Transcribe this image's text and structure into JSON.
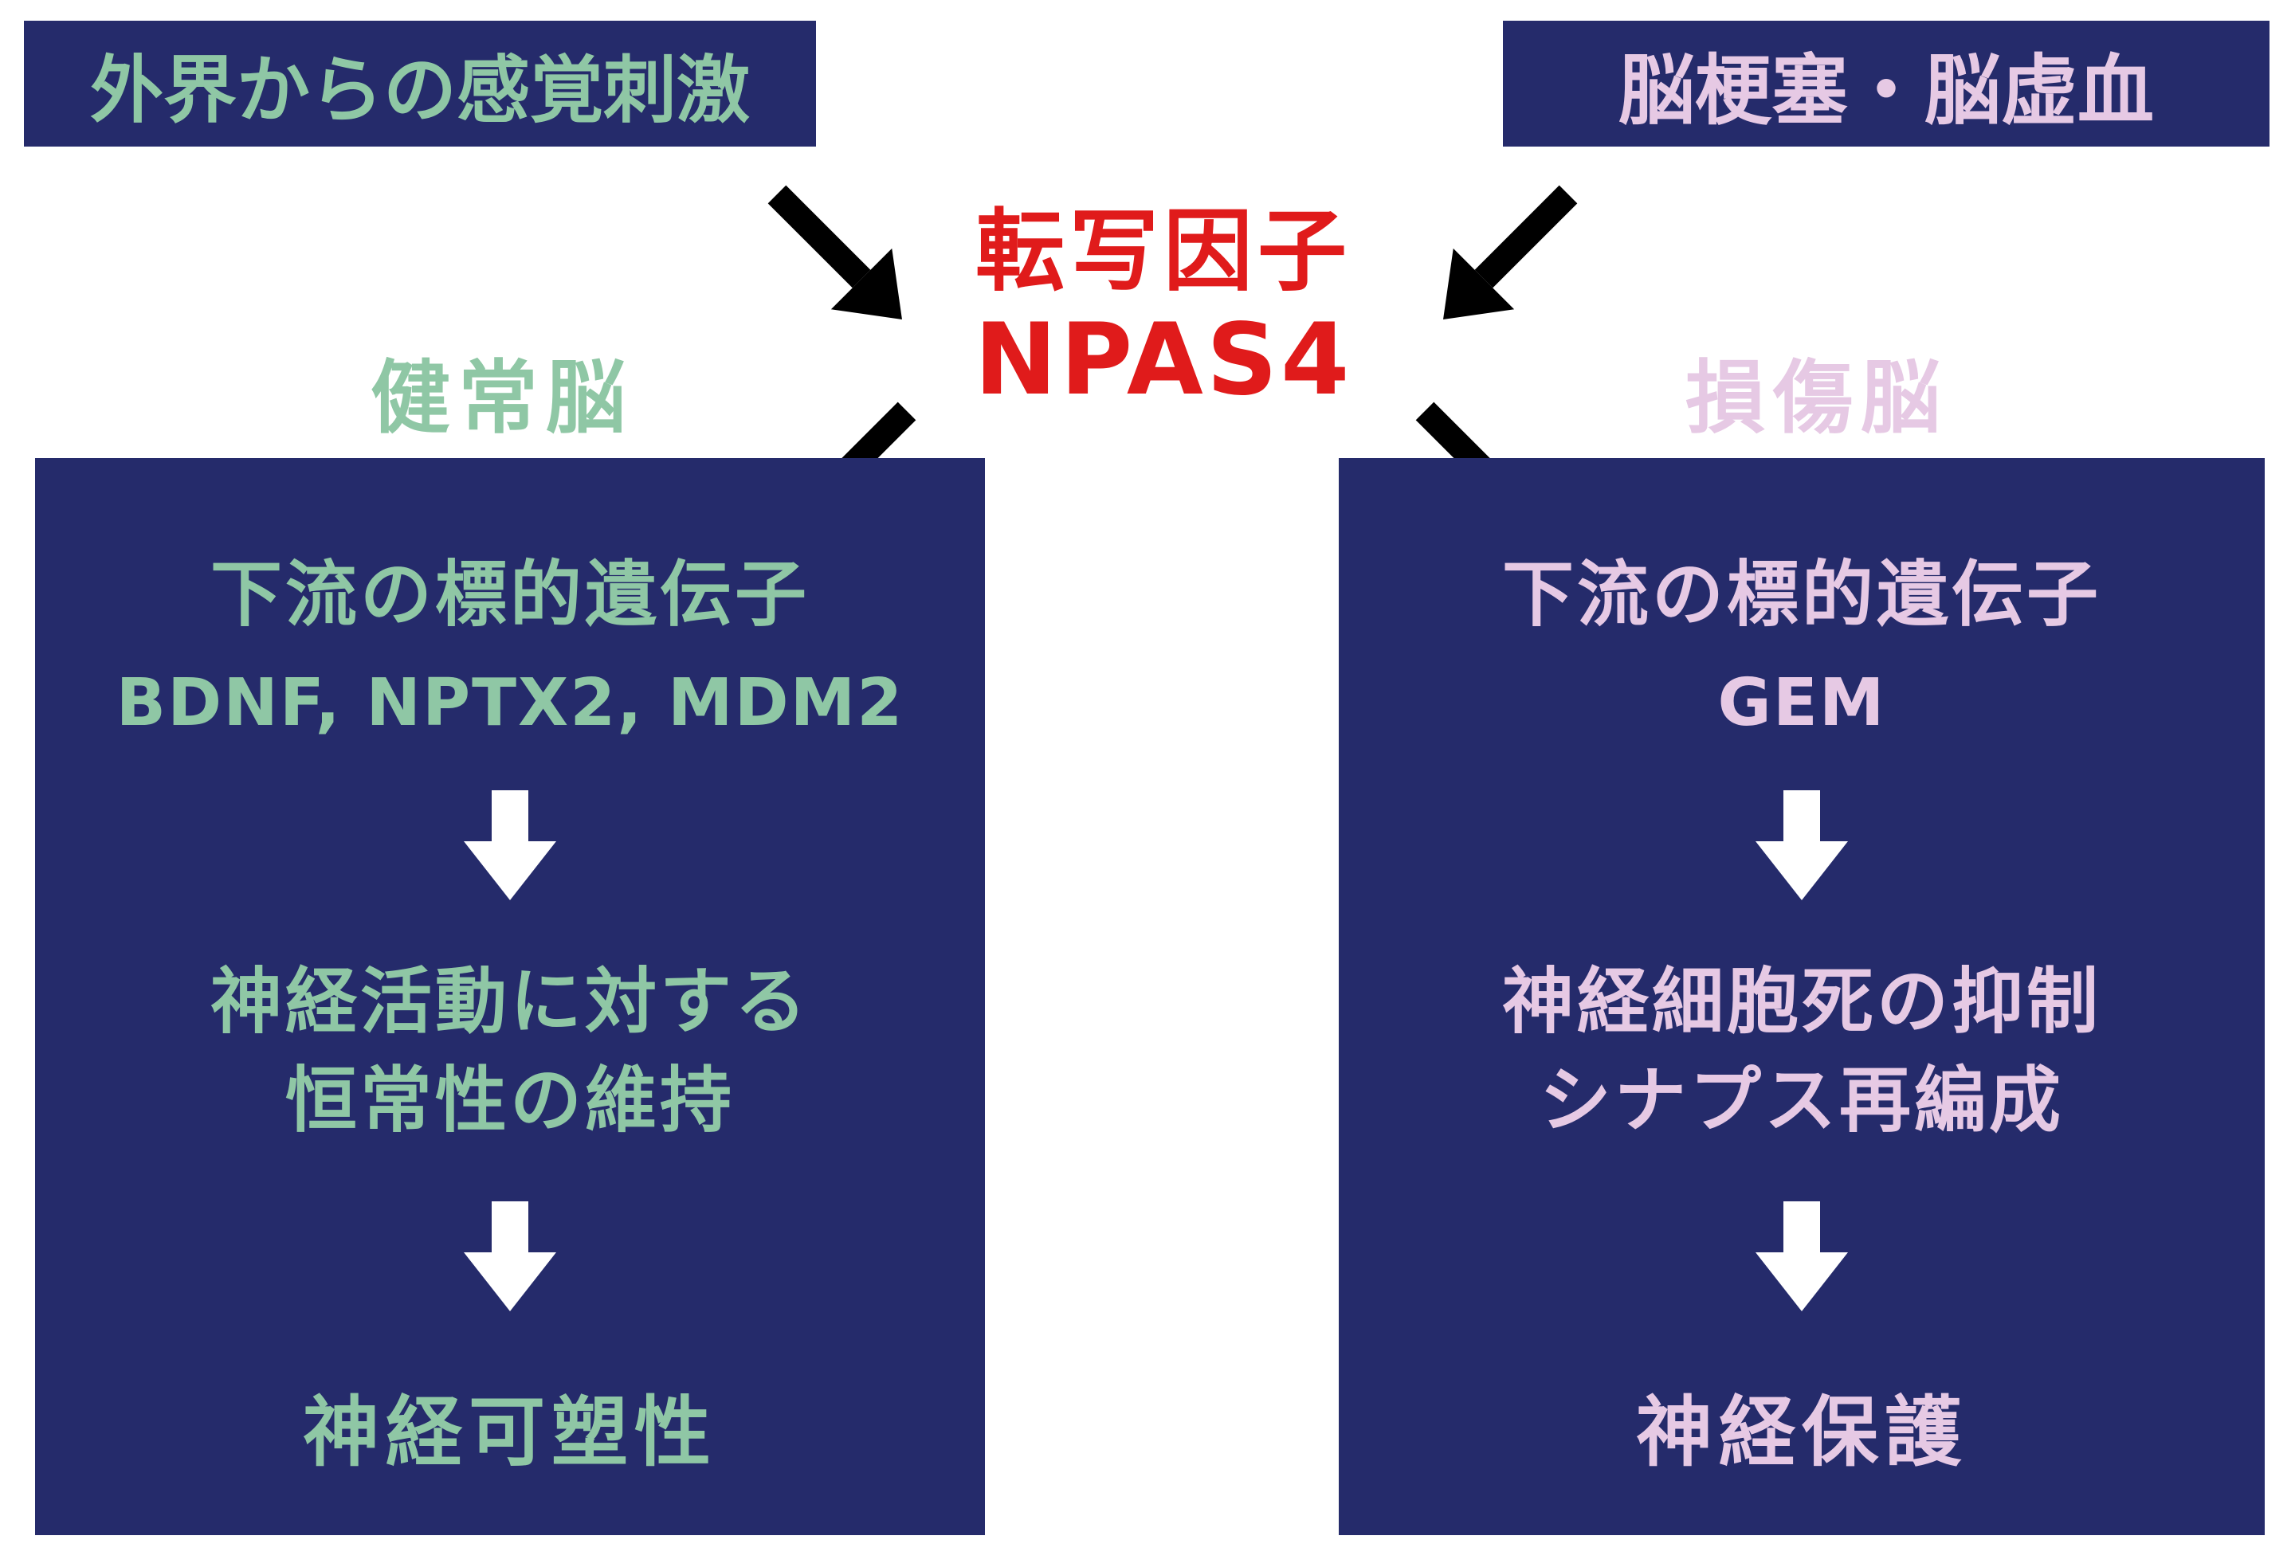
{
  "colors": {
    "background": "#ffffff",
    "panel_navy": "#252b6b",
    "healthy_green": "#8fc7a5",
    "injury_pink": "#e6c9e4",
    "npas4_red": "#e01b1b",
    "black_arrow": "#000000",
    "white_arrow": "#ffffff"
  },
  "inputs": {
    "sensory": "外界からの感覚刺激",
    "ischemia": "脳梗塞・脳虚血"
  },
  "center": {
    "line1": "転写因子",
    "line2": "NPAS4"
  },
  "branches": {
    "healthy": "健常脳",
    "injured": "損傷脳"
  },
  "healthy_panel": {
    "title": "下流の標的遺伝子",
    "genes": "BDNF, NPTX2, MDM2",
    "effect_line1": "神経活動に対する",
    "effect_line2": "恒常性の維持",
    "outcome": "神経可塑性"
  },
  "injured_panel": {
    "title": "下流の標的遺伝子",
    "genes": "GEM",
    "effect_line1": "神経細胞死の抑制",
    "effect_line2": "シナプス再編成",
    "outcome": "神経保護"
  }
}
